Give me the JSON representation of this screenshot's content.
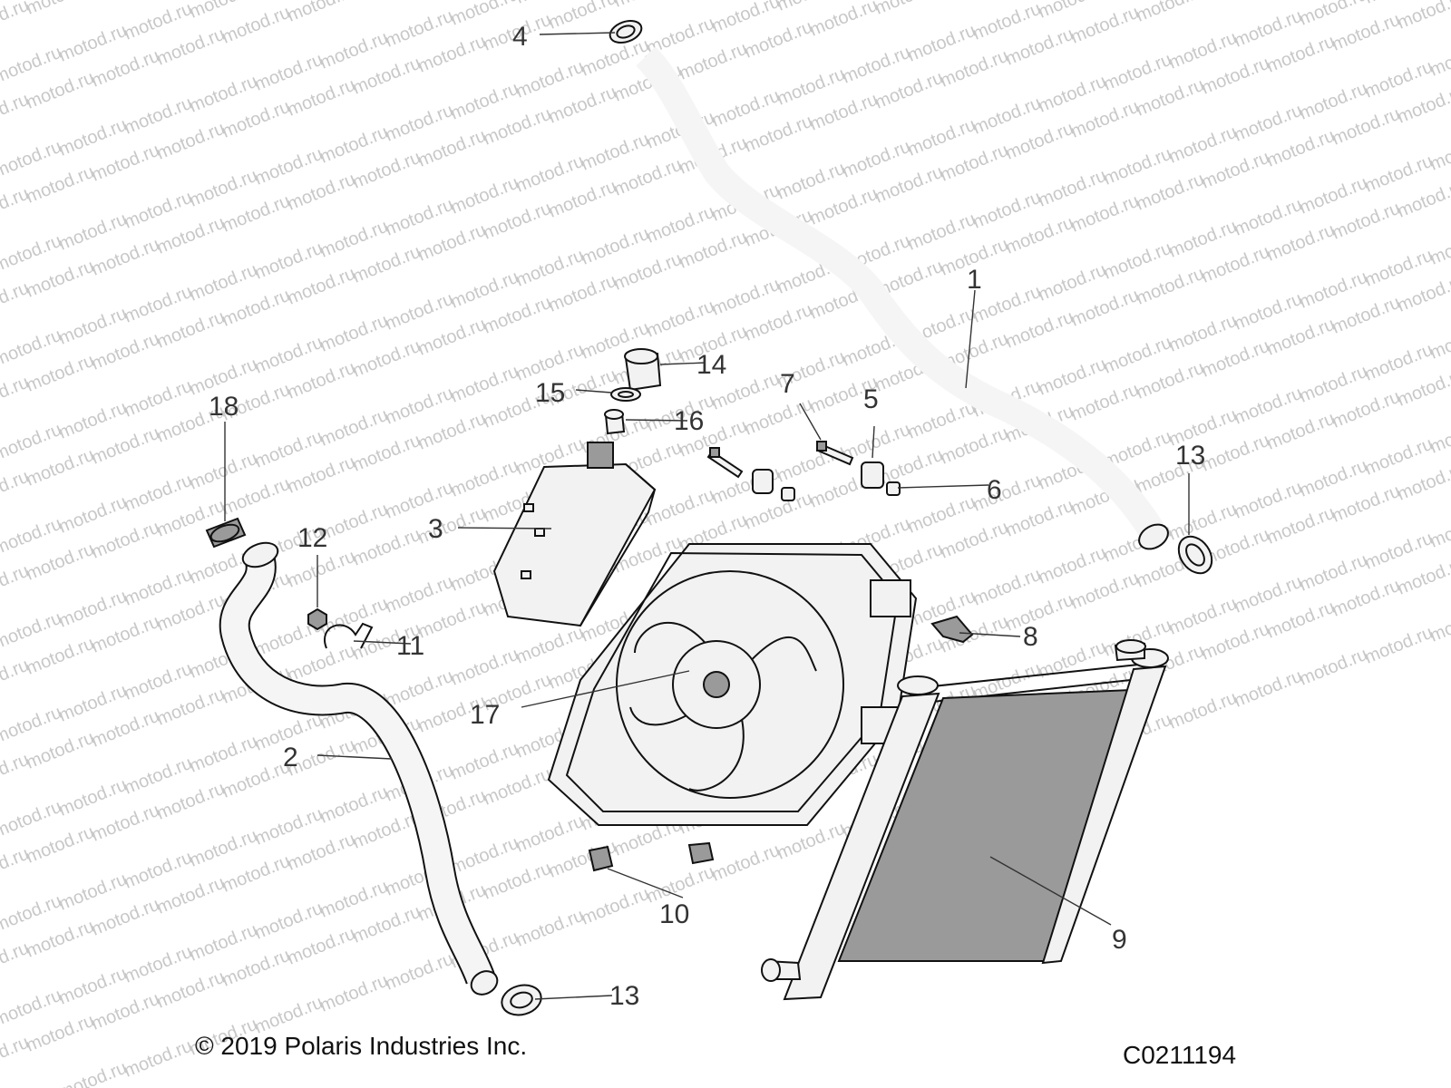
{
  "watermark": "motod.ru",
  "copyright": "© 2019 Polaris Industries Inc.",
  "drawing_id": "C0211194",
  "callouts": {
    "c1": "1",
    "c2": "2",
    "c3": "3",
    "c4": "4",
    "c5": "5",
    "c6": "6",
    "c7": "7",
    "c8": "8",
    "c9": "9",
    "c10": "10",
    "c11": "11",
    "c12": "12",
    "c13a": "13",
    "c13b": "13",
    "c14": "14",
    "c15": "15",
    "c16": "16",
    "c17": "17",
    "c18": "18"
  }
}
